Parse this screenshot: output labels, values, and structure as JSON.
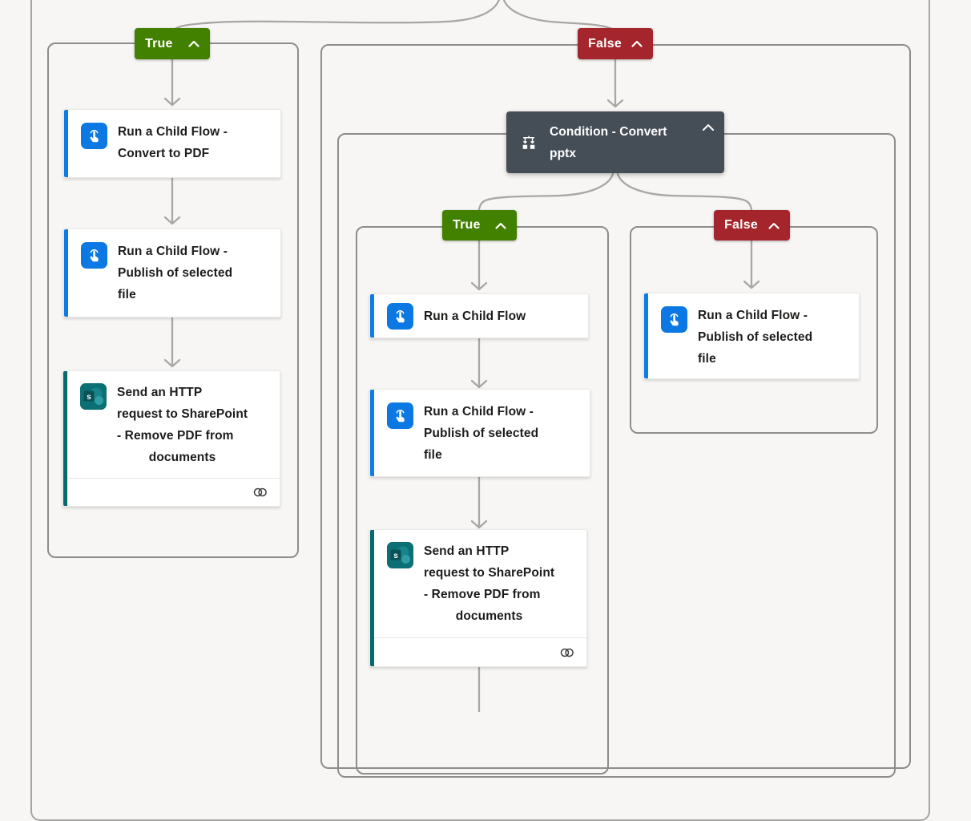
{
  "app": "power-automate-flow-designer",
  "colors": {
    "canvas_background": "#f7f6f4",
    "true_badge": "#428000",
    "false_badge": "#a4262c",
    "condition_card": "#454d57",
    "connector_line": "#a9a7a5",
    "container_border": "#8f8d8b",
    "child_flow_accent": "#0f7ce6",
    "child_flow_icon_bg": "#0b78e3",
    "sharepoint_accent": "#05696e",
    "sharepoint_icon_bg": "#0c6f74"
  },
  "icons": {
    "run_child_flow": "hand-tap-icon",
    "sharepoint": "sharepoint-logo-icon",
    "condition": "branch-condition-icon",
    "chevron": "chevron-up-icon",
    "link": "link-chain-icon",
    "sharepoint_letter": "s"
  },
  "branches": {
    "outer_true": {
      "badge": "True"
    },
    "outer_false": {
      "badge": "False"
    },
    "inner_true": {
      "badge": "True"
    },
    "inner_false": {
      "badge": "False"
    }
  },
  "condition": {
    "title_lines": [
      "Condition - Convert",
      "pptx"
    ]
  },
  "cards": {
    "convert_pdf": {
      "title_lines": [
        "Run a Child Flow -",
        "Convert to PDF"
      ]
    },
    "publish_left": {
      "title_lines": [
        "Run a Child Flow -",
        "Publish of selected",
        "file"
      ]
    },
    "sp_left": {
      "title_lines": [
        "Send an HTTP",
        "request to SharePoint",
        "- Remove PDF from",
        "documents"
      ]
    },
    "run_child": {
      "title_lines": [
        "Run a Child Flow"
      ]
    },
    "publish_inner": {
      "title_lines": [
        "Run a Child Flow -",
        "Publish of selected",
        "file"
      ]
    },
    "sp_inner": {
      "title_lines": [
        "Send an HTTP",
        "request to SharePoint",
        "- Remove PDF from",
        "documents"
      ]
    },
    "publish_false": {
      "title_lines": [
        "Run a Child Flow -",
        "Publish of selected",
        "file"
      ]
    }
  }
}
